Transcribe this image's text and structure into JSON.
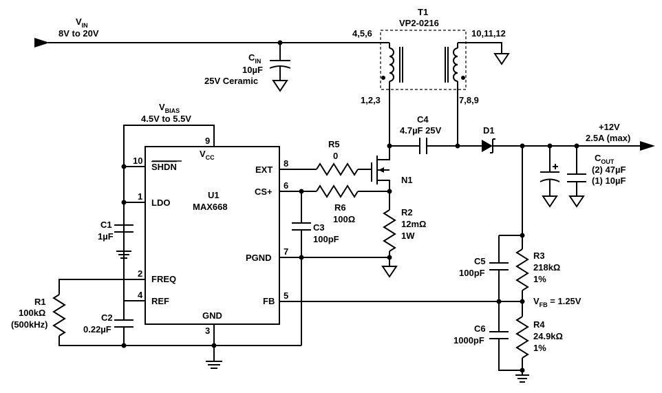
{
  "vin": {
    "name": "V",
    "sub": "IN",
    "range": "8V to 20V"
  },
  "cin": {
    "name": "C",
    "sub": "IN",
    "value": "10µF",
    "rating": "25V Ceramic"
  },
  "t1": {
    "name": "T1",
    "part": "VP2-0216",
    "pins_a": "4,5,6",
    "pins_b": "10,11,12",
    "pins_c": "1,2,3",
    "pins_d": "7,8,9"
  },
  "vbias": {
    "name": "V",
    "sub": "BIAS",
    "range": "4.5V to 5.5V"
  },
  "u1": {
    "name": "U1",
    "part": "MAX668",
    "vcc_label": "V",
    "vcc_sub": "CC",
    "shdn": "SHDN",
    "ldo": "LDO",
    "freq": "FREQ",
    "ref": "REF",
    "ext": "EXT",
    "csplus": "CS+",
    "pgnd": "PGND",
    "fb": "FB",
    "gnd": "GND",
    "pins": {
      "vcc": "9",
      "shdn": "10",
      "ldo": "1",
      "freq": "2",
      "ref": "4",
      "gnd": "3",
      "ext": "8",
      "cs": "6",
      "pgnd": "7",
      "fb": "5"
    }
  },
  "c1": {
    "name": "C1",
    "value": "1µF"
  },
  "r1": {
    "name": "R1",
    "value": "100kΩ",
    "note": "(500kHz)"
  },
  "c2": {
    "name": "C2",
    "value": "0.22µF"
  },
  "r5": {
    "name": "R5",
    "value": "0"
  },
  "r6": {
    "name": "R6",
    "value": "100Ω"
  },
  "c3": {
    "name": "C3",
    "value": "100pF"
  },
  "n1": {
    "name": "N1"
  },
  "r2": {
    "name": "R2",
    "value": "12mΩ",
    "power": "1W"
  },
  "c4": {
    "name": "C4",
    "value": "4.7µF 25V"
  },
  "d1": {
    "name": "D1"
  },
  "vout": {
    "voltage": "+12V",
    "current": "2.5A (max)"
  },
  "cout": {
    "name": "C",
    "sub": "OUT",
    "line1": "(2) 47µF",
    "line2": "(1) 10µF"
  },
  "r3": {
    "name": "R3",
    "value": "218kΩ",
    "tol": "1%"
  },
  "c5": {
    "name": "C5",
    "value": "100pF"
  },
  "vfb": {
    "name": "V",
    "sub": "FB",
    "value": " = 1.25V"
  },
  "r4": {
    "name": "R4",
    "value": "24.9kΩ",
    "tol": "1%"
  },
  "c6": {
    "name": "C6",
    "value": "1000pF"
  }
}
